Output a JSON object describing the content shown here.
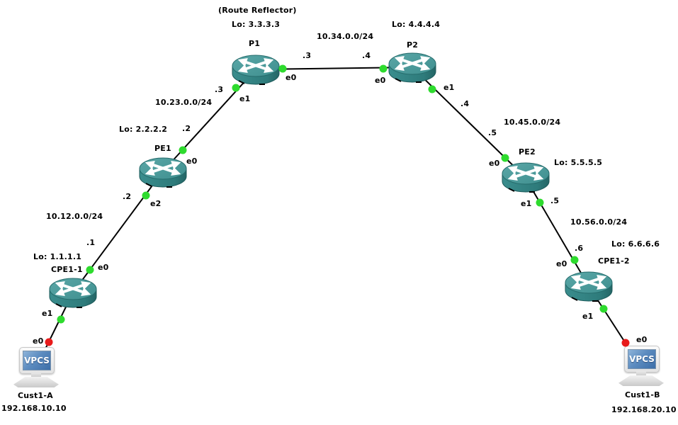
{
  "app": {
    "name": "Network topology canvas"
  },
  "colors": {
    "background": "#ffffff",
    "link_line": "#000000",
    "status_up": "#2edb2e",
    "status_host_port": "#e81a1a",
    "router_top": "#4e9b9b",
    "router_body": "#2f7f7f",
    "vpcs_screen": "#3c6ea8",
    "label_text": "#000000"
  },
  "devices": [
    {
      "name": "P1",
      "type": "router",
      "annotation": "(Route Reflector)",
      "loopback": "Lo: 3.3.3.3"
    },
    {
      "name": "P2",
      "type": "router",
      "loopback": "Lo: 4.4.4.4"
    },
    {
      "name": "PE1",
      "type": "router",
      "loopback": "Lo: 2.2.2.2"
    },
    {
      "name": "PE2",
      "type": "router",
      "loopback": "Lo: 5.5.5.5"
    },
    {
      "name": "CPE1-1",
      "type": "router",
      "loopback": "Lo: 1.1.1.1"
    },
    {
      "name": "CPE1-2",
      "type": "router",
      "loopback": "Lo: 6.6.6.6"
    }
  ],
  "hosts": [
    {
      "name": "Cust1-A",
      "ip": "192.168.10.10",
      "icon_label": "VPCS"
    },
    {
      "name": "Cust1-B",
      "ip": "192.168.20.10",
      "icon_label": "VPCS"
    }
  ],
  "links": [
    {
      "network": "10.34.0.0/24",
      "a": {
        "device": "P1",
        "iface": "e0",
        "addr": ".3"
      },
      "b": {
        "device": "P2",
        "iface": "e0",
        "addr": ".4"
      }
    },
    {
      "network": "10.23.0.0/24",
      "a": {
        "device": "PE1",
        "iface": "e0",
        "addr": ".2"
      },
      "b": {
        "device": "P1",
        "iface": "e1",
        "addr": ".3"
      }
    },
    {
      "network": "10.12.0.0/24",
      "a": {
        "device": "CPE1-1",
        "iface": "e0",
        "addr": ".1"
      },
      "b": {
        "device": "PE1",
        "iface": "e2",
        "addr": ".2"
      }
    },
    {
      "network": "10.45.0.0/24",
      "a": {
        "device": "P2",
        "iface": "e1",
        "addr": ".4"
      },
      "b": {
        "device": "PE2",
        "iface": "e0",
        "addr": ".5"
      }
    },
    {
      "network": "10.56.0.0/24",
      "a": {
        "device": "PE2",
        "iface": "e1",
        "addr": ".5"
      },
      "b": {
        "device": "CPE1-2",
        "iface": "e0",
        "addr": ".6"
      }
    },
    {
      "a": {
        "device": "CPE1-2",
        "iface": "e1"
      },
      "b": {
        "device": "Cust1-B",
        "iface": "e0"
      }
    },
    {
      "a": {
        "device": "CPE1-1",
        "iface": "e1"
      },
      "b": {
        "device": "Cust1-A",
        "iface": "e0"
      }
    }
  ]
}
